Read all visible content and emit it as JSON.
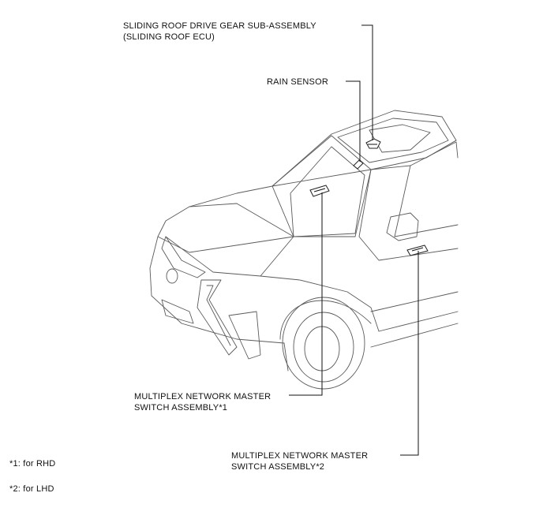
{
  "labels": {
    "sliding_roof": [
      "SLIDING ROOF DRIVE GEAR SUB-ASSEMBLY",
      "(SLIDING ROOF ECU)"
    ],
    "rain_sensor": "RAIN SENSOR",
    "switch_1": [
      "MULTIPLEX NETWORK MASTER",
      "SWITCH ASSEMBLY*1"
    ],
    "switch_2": [
      "MULTIPLEX NETWORK MASTER",
      "SWITCH ASSEMBLY*2"
    ]
  },
  "notes": {
    "rhd": "*1: for RHD",
    "lhd": "*2: for LHD"
  }
}
